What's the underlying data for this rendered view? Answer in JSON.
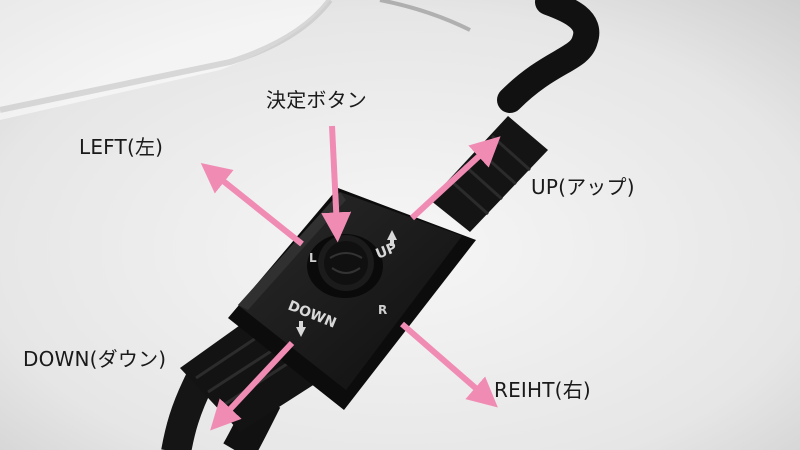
{
  "labels": {
    "center": "決定ボタン",
    "left": "LEFT(左)",
    "up": "UP(アップ)",
    "down": "DOWN(ダウン)",
    "right": "REIHT(右)"
  },
  "device_markings": {
    "up": "UP",
    "down": "DOWN",
    "left": "L",
    "right": "R"
  },
  "colors": {
    "arrow": "#f08cb4",
    "body": "#161616",
    "background": "#ececec"
  }
}
